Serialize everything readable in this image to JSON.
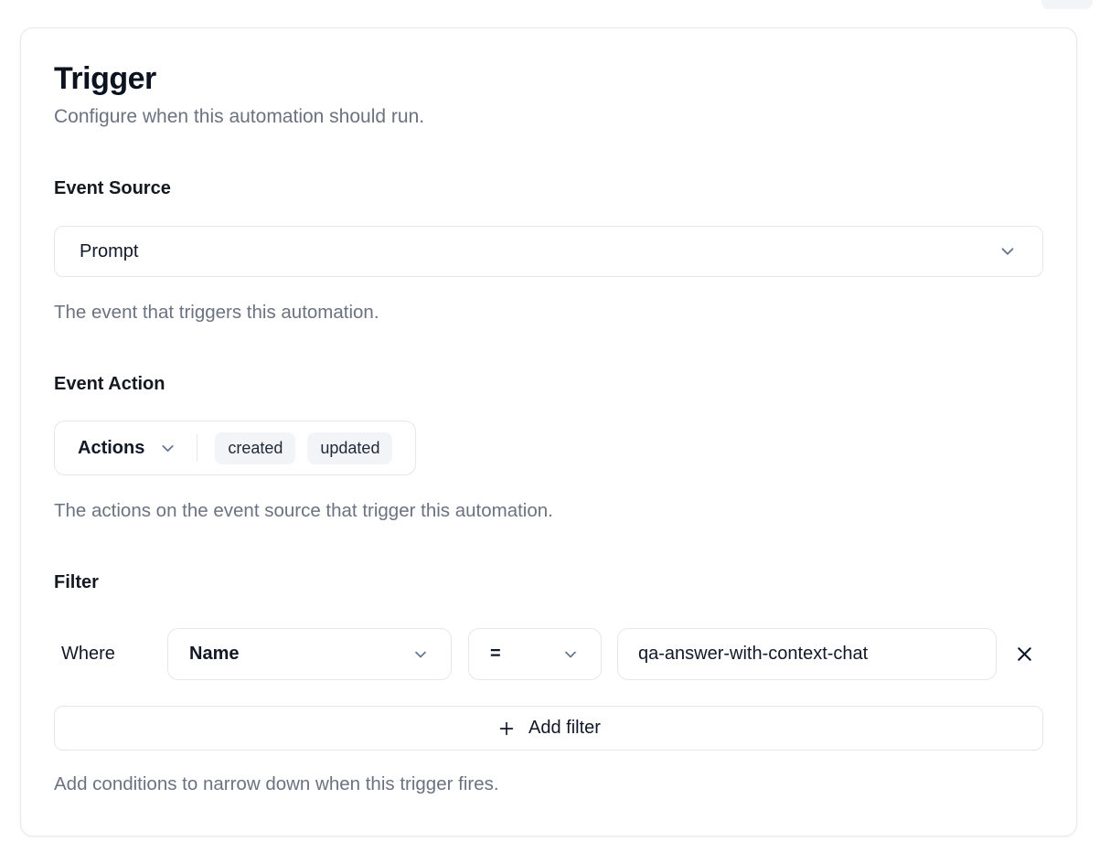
{
  "colors": {
    "text_primary": "#0f172a",
    "text_muted": "#6b7280",
    "border": "#e5e7eb",
    "chip_background": "#f2f4f8",
    "card_background": "#ffffff"
  },
  "icons": {
    "chevron_down": "chevron-down",
    "plus": "plus",
    "close": "close"
  },
  "trigger_card": {
    "title": "Trigger",
    "subtitle": "Configure when this automation should run.",
    "event_source": {
      "label": "Event Source",
      "selected_value": "Prompt",
      "helper_text": "The event that triggers this automation."
    },
    "event_action": {
      "label": "Event Action",
      "dropdown_label": "Actions",
      "selected_actions": [
        "created",
        "updated"
      ],
      "helper_text": "The actions on the event source that trigger this automation."
    },
    "filter": {
      "label": "Filter",
      "where_label": "Where",
      "rows": [
        {
          "field": "Name",
          "operator": "=",
          "value": "qa-answer-with-context-chat"
        }
      ],
      "add_filter_label": "Add filter",
      "helper_text": "Add conditions to narrow down when this trigger fires."
    }
  }
}
